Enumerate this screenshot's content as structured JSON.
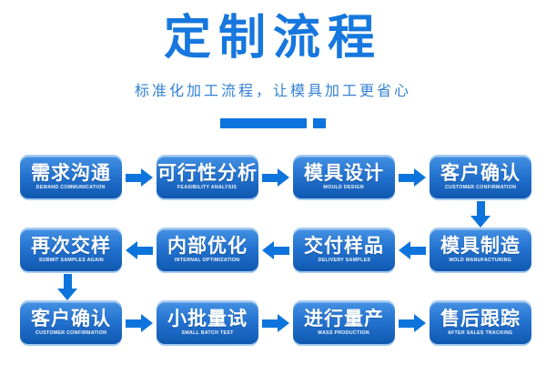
{
  "header": {
    "title": "定制流程",
    "subtitle": "标准化加工流程，让模具加工更省心"
  },
  "colors": {
    "title_blue": "#1677de",
    "subtitle_blue": "#3181d6",
    "arrow_blue": "#0c74dc",
    "box_top": "#4390e2",
    "box_mid": "#2473d0",
    "box_bottom": "#0f58b0",
    "box_halo": "#a6cbf0"
  },
  "flow": {
    "rows": [
      {
        "direction": "right",
        "steps": [
          {
            "zh": "需求沟通",
            "en": "DEMAND COMMUNICATION"
          },
          {
            "zh": "可行性分析",
            "en": "FEASIBILITY ANALYSIS"
          },
          {
            "zh": "模具设计",
            "en": "MOULD DESIGN"
          },
          {
            "zh": "客户确认",
            "en": "CUSTOMER CONFIRMATION"
          }
        ]
      },
      {
        "direction": "left",
        "steps": [
          {
            "zh": "再次交样",
            "en": "SUBMIT SAMPLES AGAIN"
          },
          {
            "zh": "内部优化",
            "en": "INTERNAL OPTIMIZATION"
          },
          {
            "zh": "交付样品",
            "en": "DELIVERY SAMPLES"
          },
          {
            "zh": "模具制造",
            "en": "MOLD MANUFACTURING"
          }
        ]
      },
      {
        "direction": "right",
        "steps": [
          {
            "zh": "客户确认",
            "en": "CUSTOMER CONFIRMATION"
          },
          {
            "zh": "小批量试",
            "en": "SMALL BATCH TEST"
          },
          {
            "zh": "进行量产",
            "en": "MASS PRODUCTION"
          },
          {
            "zh": "售后跟踪",
            "en": "AFTER SALES TRACKING"
          }
        ]
      }
    ]
  }
}
